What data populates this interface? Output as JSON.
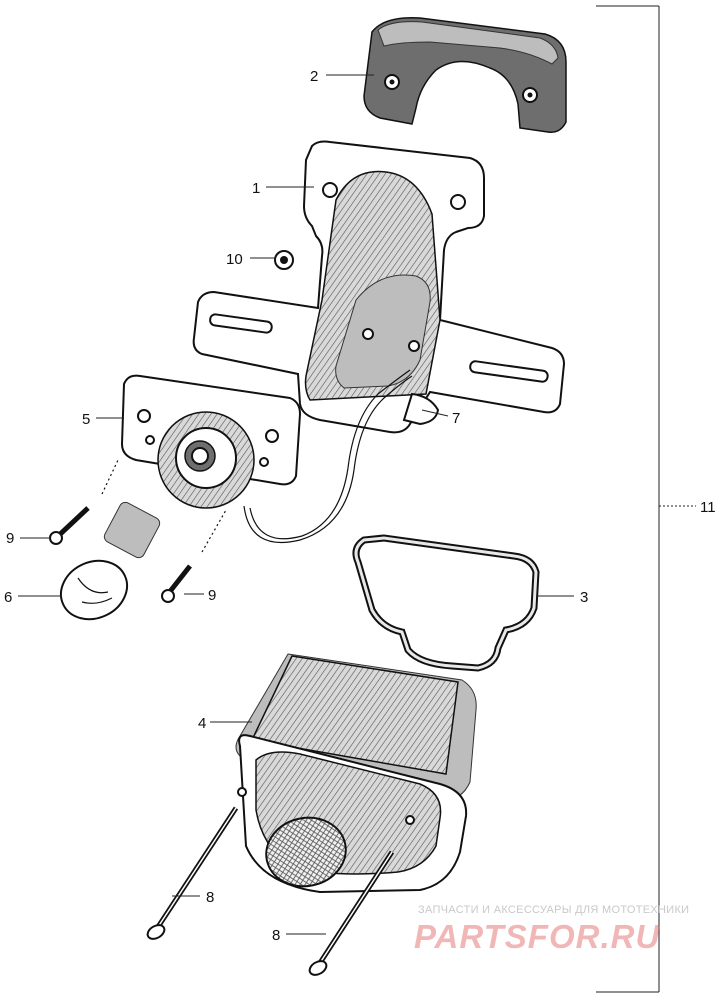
{
  "callouts": {
    "c1": "1",
    "c2": "2",
    "c3": "3",
    "c4": "4",
    "c5": "5",
    "c6": "6",
    "c7": "7",
    "c8a": "8",
    "c8b": "8",
    "c9a": "9",
    "c9b": "9",
    "c10": "10",
    "c11": "11"
  },
  "watermark": {
    "caption": "ЗАПЧАСТИ И АКСЕССУАРЫ ДЛЯ МОТОТЕХНИКИ",
    "brand": "PARTSFOR.RU"
  }
}
